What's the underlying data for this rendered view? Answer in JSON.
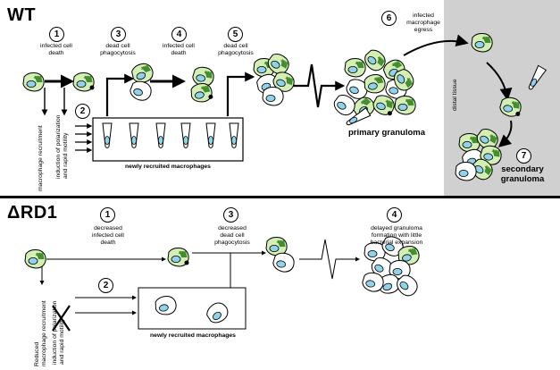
{
  "wt": {
    "title": "WT",
    "steps": [
      {
        "number": "1",
        "text": "infected cell\ndeath"
      },
      {
        "number": "3",
        "text": "dead cell\nphagocytosis"
      },
      {
        "number": "4",
        "text": "infected cell\ndeath"
      },
      {
        "number": "5",
        "text": "dead cell\nphagocytosis"
      },
      {
        "number": "6",
        "text": "infected\nmacrophage\negress"
      },
      {
        "number": "7",
        "text": "secondary\ngranuloma"
      }
    ],
    "step2_number": "2",
    "side_label_1": "macrophage recruitment",
    "side_label_2": "induction of polarization\nand rapid motility",
    "recruited_label": "newly recruited macrophages",
    "primary_label": "primary granuloma",
    "distal_label": "distal tissue"
  },
  "rd1": {
    "title": "ΔRD1",
    "steps": [
      {
        "number": "1",
        "text": "decreased\ninfected cell\ndeath"
      },
      {
        "number": "3",
        "text": "decreased\ndead cell\nphagocytosis"
      },
      {
        "number": "4",
        "text": "delayed granuloma\nformation with little\nbacterial expansion"
      }
    ],
    "step2_number": "2",
    "side_label_1": "Reduced\nmacrophage recruitment",
    "side_label_2": "induction of polarization\nand rapid motility",
    "recruited_label": "newly recruited macrophages"
  },
  "colors": {
    "cell_green": "#d4efb4",
    "nucleus_blue": "#8fd2ea",
    "bacteria_green": "#3d8a2a",
    "distal_gray": "#d0d0d0"
  }
}
